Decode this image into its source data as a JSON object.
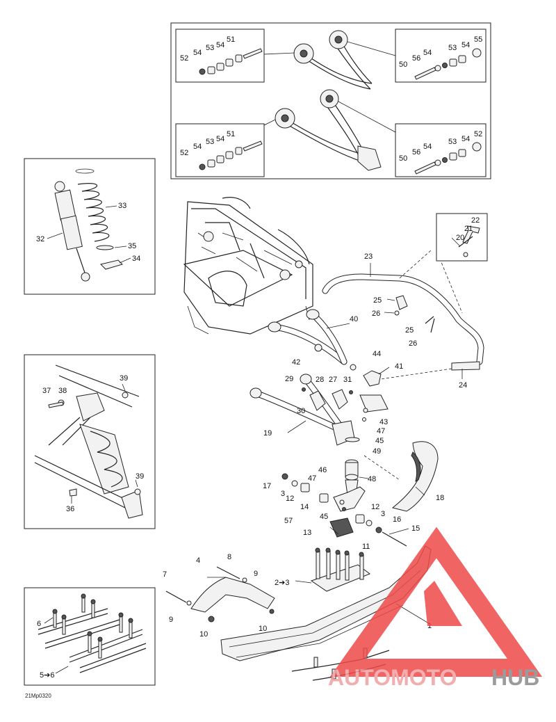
{
  "diagram_code": "21Mp0320",
  "watermark": {
    "word1": "AUTOMOTO",
    "word2": "HUB",
    "color_main": "#f0a0a0",
    "color_accent": "#ee4a4a",
    "color_hub": "#8a8a8a"
  },
  "callouts": {
    "c51a": "51",
    "c53a": "53",
    "c54a": "54",
    "c54b": "54",
    "c52a": "52",
    "c55a": "55",
    "c54c": "54",
    "c53b": "53",
    "c54d": "54",
    "c56a": "56",
    "c50a": "50",
    "c51b": "51",
    "c53c": "53",
    "c54e": "54",
    "c54f": "54",
    "c52b": "52",
    "c52c": "52",
    "c54g": "54",
    "c53d": "53",
    "c54h": "54",
    "c56b": "56",
    "c50b": "50",
    "c33": "33",
    "c32": "32",
    "c35": "35",
    "c34": "34",
    "c22": "22",
    "c21": "21",
    "c20": "20",
    "c23": "23",
    "c25a": "25",
    "c26a": "26",
    "c25b": "25",
    "c26b": "26",
    "c24": "24",
    "c40": "40",
    "c42": "42",
    "c44": "44",
    "c41": "41",
    "c29": "29",
    "c28": "28",
    "c27": "27",
    "c31": "31",
    "c30": "30",
    "c19": "19",
    "c43": "43",
    "c47a": "47",
    "c45a": "45",
    "c49": "49",
    "c39a": "39",
    "c37": "37",
    "c38": "38",
    "c39b": "39",
    "c36": "36",
    "c46": "46",
    "c17": "17",
    "c47b": "47",
    "c48": "48",
    "c3a": "3",
    "c12a": "12",
    "c14": "14",
    "c18": "18",
    "c57": "57",
    "c45b": "45",
    "c12b": "12",
    "c3b": "3",
    "c16": "16",
    "c15": "15",
    "c13": "13",
    "c11": "11",
    "c8": "8",
    "c4": "4",
    "c7": "7",
    "c9a": "9",
    "c23to3": "2➔3",
    "c9b": "9",
    "c10a": "10",
    "c10b": "10",
    "c1": "1",
    "c6": "6",
    "c5to6": "5➔6"
  }
}
